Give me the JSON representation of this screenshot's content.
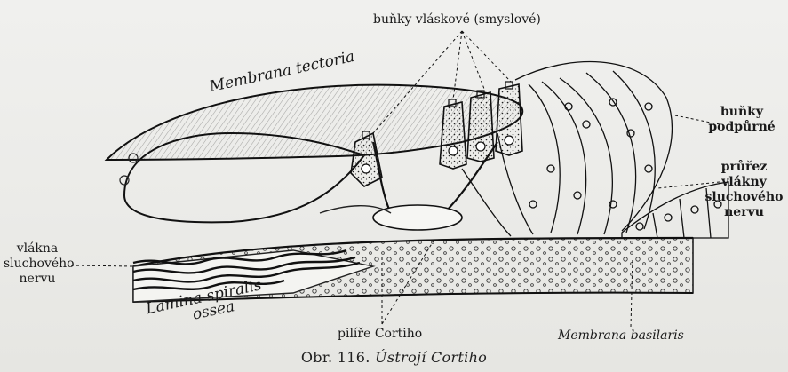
{
  "labels": {
    "hair_cells": "buňky vláskové (smyslové)",
    "membrana_tectoria": "Membrana tectoria",
    "supporting_cells_line1": "buňky",
    "supporting_cells_line2": "podpůrné",
    "cross_section_line1": "průřez",
    "cross_section_line2": "vlákny",
    "cross_section_line3": "sluchového",
    "cross_section_line4": "nervu",
    "nerve_fibers_line1": "vlákna",
    "nerve_fibers_line2": "sluchového",
    "nerve_fibers_line3": "nervu",
    "lamina_line1": "Lamina spiralis",
    "lamina_line2": "ossea",
    "pillars": "pilíře Cortiho",
    "membrana_basilaris": "Membrana basilaris"
  },
  "caption": {
    "number": "Obr. 116.",
    "title": "Ústrojí Cortiho"
  },
  "colors": {
    "ink": "#1a1a1a",
    "paper": "#ecece9"
  }
}
